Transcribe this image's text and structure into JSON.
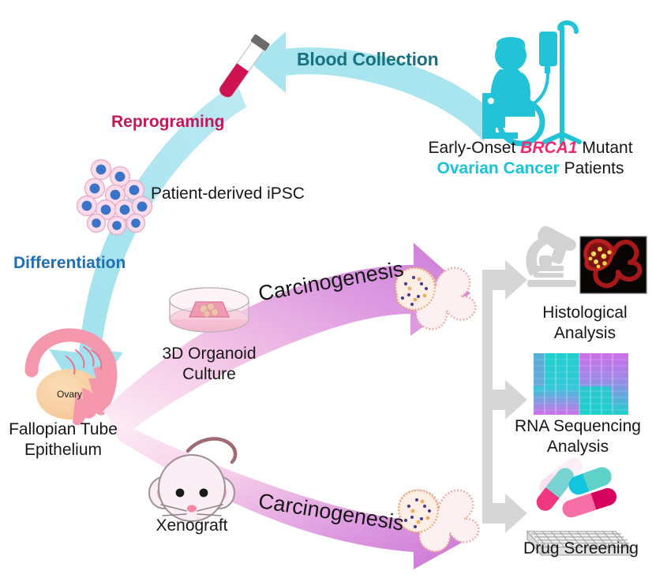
{
  "figure": {
    "title": "Patient-derived iPSC ovarian cancer modeling workflow",
    "type": "scientific-workflow-diagram",
    "background": "#ffffff"
  },
  "colors": {
    "cyan_arrow": "#a8e5ef",
    "cyan_arrow_dark": "#8fdcea",
    "teal_text": "#19707f",
    "blue_text": "#1f6fb5",
    "crimson_text": "#c2185b",
    "brca1_pink": "#ef2a6e",
    "ovarian_cyan": "#19c3da",
    "patient_cyan": "#22c3d6",
    "pink_pale": "#fbe2ee",
    "pink_mid": "#f0a8d8",
    "magenta": "#d98fe0",
    "orchid": "#cf7fd8",
    "gray_arrow": "#d6d6d6",
    "ovary_peach": "#f8cfa0",
    "tube_pink": "#f4a0b4",
    "blood_red": "#cf1350",
    "heat_cyan": "#19d2cf",
    "heat_magenta": "#d06ce8"
  },
  "steps": {
    "blood_collection": "Blood Collection",
    "reprograming": "Reprograming",
    "differentiation": "Differentiation",
    "carcinogenesis_top": "Carcinogenesis",
    "carcinogenesis_bottom": "Carcinogenesis"
  },
  "patient": {
    "line1_part1": "Early-Onset ",
    "line1_gene": "BRCA1",
    "line1_part2": " Mutant",
    "line2_part1": "Ovarian Cancer",
    "line2_part2": " Patients",
    "icon": "patient-in-wheelchair-with-iv-drip"
  },
  "nodes": {
    "ipsc": "Patient-derived iPSC",
    "fallopian_line1": "Fallopian Tube",
    "fallopian_line2": "Epithelium",
    "ovary": "Ovary",
    "organoid_line1": "3D Organoid",
    "organoid_line2": "Culture",
    "xenograft": "Xenograft"
  },
  "outputs": [
    {
      "id": "histological",
      "line1": "Histological",
      "line2": "Analysis",
      "icon": "microscope-icon"
    },
    {
      "id": "rnaseq",
      "line1": "RNA Sequencing",
      "line2": "Analysis",
      "icon": "heatmap-icon"
    },
    {
      "id": "drug",
      "line1": "Drug Screening",
      "line2": "",
      "icon": "pills-and-microplate-icon"
    }
  ],
  "icons": {
    "blood_tube": "blood-collection-tube-icon",
    "ipsc_cluster": "ipsc-cell-cluster-icon",
    "ovary_tube": "fallopian-tube-and-ovary-icon",
    "petri_dish": "petri-dish-organoid-icon",
    "mouse": "laboratory-mouse-icon",
    "tumor_top": "tumor-organoid-icon",
    "tumor_bottom": "tumor-organoid-icon",
    "micrograph": "fluorescence-micrograph-icon",
    "bracket": "gray-branch-connector-icon"
  }
}
